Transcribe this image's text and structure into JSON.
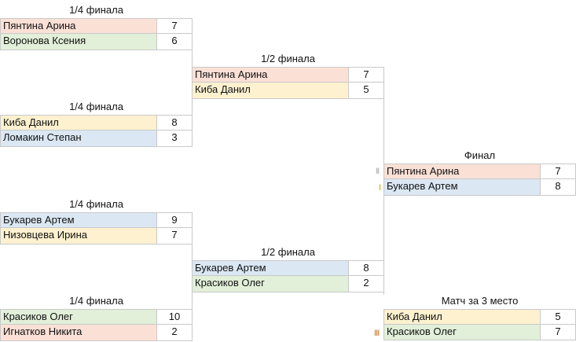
{
  "matches": {
    "qf1": {
      "title": "1/4 финала",
      "p1": "Пянтина Арина",
      "s1": "7",
      "p2": "Воронова Ксения",
      "s2": "6"
    },
    "qf2": {
      "title": "1/4 финала",
      "p1": "Киба Данил",
      "s1": "8",
      "p2": "Ломакин Степан",
      "s2": "3"
    },
    "qf3": {
      "title": "1/4 финала",
      "p1": "Букарев Артем",
      "s1": "9",
      "p2": "Низовцева Ирина",
      "s2": "7"
    },
    "qf4": {
      "title": "1/4 финала",
      "p1": "Красиков Олег",
      "s1": "10",
      "p2": "Игнатков Никита",
      "s2": "2"
    },
    "sf1": {
      "title": "1/2 финала",
      "p1": "Пянтина Арина",
      "s1": "7",
      "p2": "Киба Данил",
      "s2": "5"
    },
    "sf2": {
      "title": "1/2 финала",
      "p1": "Букарев Артем",
      "s1": "8",
      "p2": "Красиков Олег",
      "s2": "2"
    },
    "final": {
      "title": "Финал",
      "p1": "Пянтина Арина",
      "s1": "7",
      "p2": "Букарев Артем",
      "s2": "8"
    },
    "third": {
      "title": "Матч за 3 место",
      "p1": "Киба Данил",
      "s1": "5",
      "p2": "Красиков Олег",
      "s2": "7"
    }
  },
  "medals": {
    "final_p1": "II",
    "final_p2": "I",
    "third_p2": "III"
  },
  "colors": {
    "pink": "#fbe0d6",
    "green": "#e2efd9",
    "yellow": "#fdf1cf",
    "blue": "#dbe7f3",
    "border": "#c9c9c9"
  }
}
